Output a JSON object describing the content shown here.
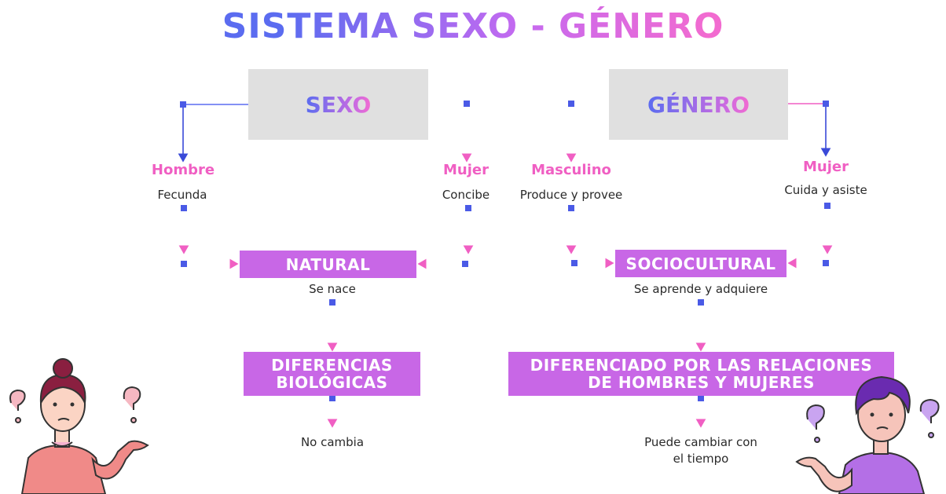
{
  "title": "SISTEMA SEXO - GÉNERO",
  "sexo": {
    "label": "SEXO"
  },
  "genero": {
    "label": "GÉNERO"
  },
  "hombre": {
    "label": "Hombre",
    "desc": "Fecunda"
  },
  "mujer_sexo": {
    "label": "Mujer",
    "desc": "Concibe"
  },
  "masculino": {
    "label": "Masculino",
    "desc": "Produce y provee"
  },
  "mujer_genero": {
    "label": "Mujer",
    "desc": "Cuida y asiste"
  },
  "natural": {
    "label": "NATURAL",
    "desc": "Se nace"
  },
  "sociocultural": {
    "label": "SOCIOCULTURAL",
    "desc": "Se aprende y adquiere"
  },
  "biologicas": {
    "line1": "DIFERENCIAS",
    "line2": "BIOLÓGICAS",
    "desc": "No cambia"
  },
  "relaciones": {
    "line1": "DIFERENCIADO POR LAS RELACIONES",
    "line2": "DE HOMBRES Y MUJERES",
    "desc1": "Puede cambiar con",
    "desc2": "el tiempo"
  },
  "colors": {
    "blue": "#5b6cf0",
    "pink": "#f05fc3",
    "purple": "#c867e6",
    "grey": "#e0e0e0"
  }
}
